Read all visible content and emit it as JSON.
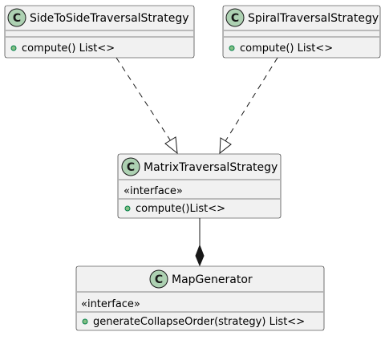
{
  "colors": {
    "box_fill": "#f1f1f1",
    "box_stroke": "#181818",
    "class_badge": "#add1b2",
    "visibility_dot": "#84be84",
    "line": "#181818"
  },
  "classes": [
    {
      "id": "side",
      "badge": "C",
      "name": "SideToSideTraversalStrategy",
      "stereotype": "",
      "method": "compute() List<>"
    },
    {
      "id": "spiral",
      "badge": "C",
      "name": "SpiralTraversalStrategy",
      "stereotype": "",
      "method": "compute() List<>"
    },
    {
      "id": "matrix",
      "badge": "C",
      "name": "MatrixTraversalStrategy",
      "stereotype": "«interface»",
      "method": "compute()List<>"
    },
    {
      "id": "map",
      "badge": "C",
      "name": "MapGenerator",
      "stereotype": "«interface»",
      "method": "generateCollapseOrder(strategy) List<>"
    }
  ],
  "relations": [
    {
      "from": "side",
      "to": "matrix",
      "kind": "realization"
    },
    {
      "from": "spiral",
      "to": "matrix",
      "kind": "realization"
    },
    {
      "from": "matrix",
      "to": "map",
      "kind": "composition"
    }
  ]
}
